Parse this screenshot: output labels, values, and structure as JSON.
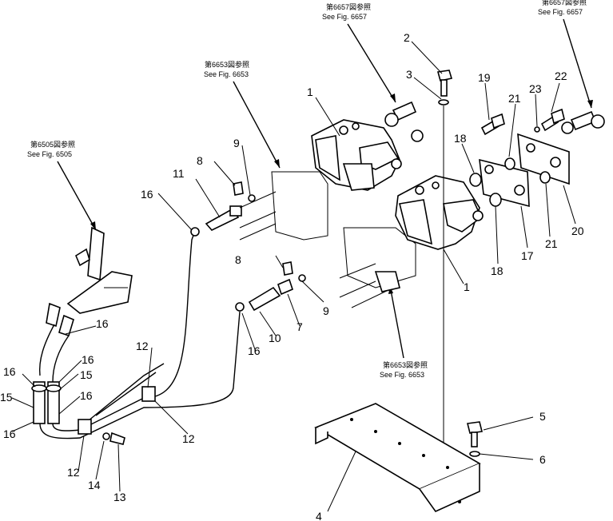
{
  "figure": {
    "refs": [
      {
        "jp": "第6657図参照",
        "en": "See Fig. 6657"
      },
      {
        "jp": "第6657図参照",
        "en": "See Fig. 6657"
      },
      {
        "jp": "第6653図参照",
        "en": "See Fig. 6653"
      },
      {
        "jp": "第6505図参照",
        "en": "See Fig. 6505"
      },
      {
        "jp": "第6653図参照",
        "en": "See Fig. 6653"
      }
    ],
    "callouts": [
      "1",
      "1",
      "2",
      "3",
      "4",
      "5",
      "6",
      "7",
      "8",
      "8",
      "9",
      "9",
      "10",
      "11",
      "12",
      "12",
      "12",
      "13",
      "14",
      "15",
      "15",
      "16",
      "16",
      "16",
      "16",
      "16",
      "16",
      "16",
      "17",
      "18",
      "18",
      "19",
      "20",
      "21",
      "21",
      "22",
      "23"
    ]
  }
}
